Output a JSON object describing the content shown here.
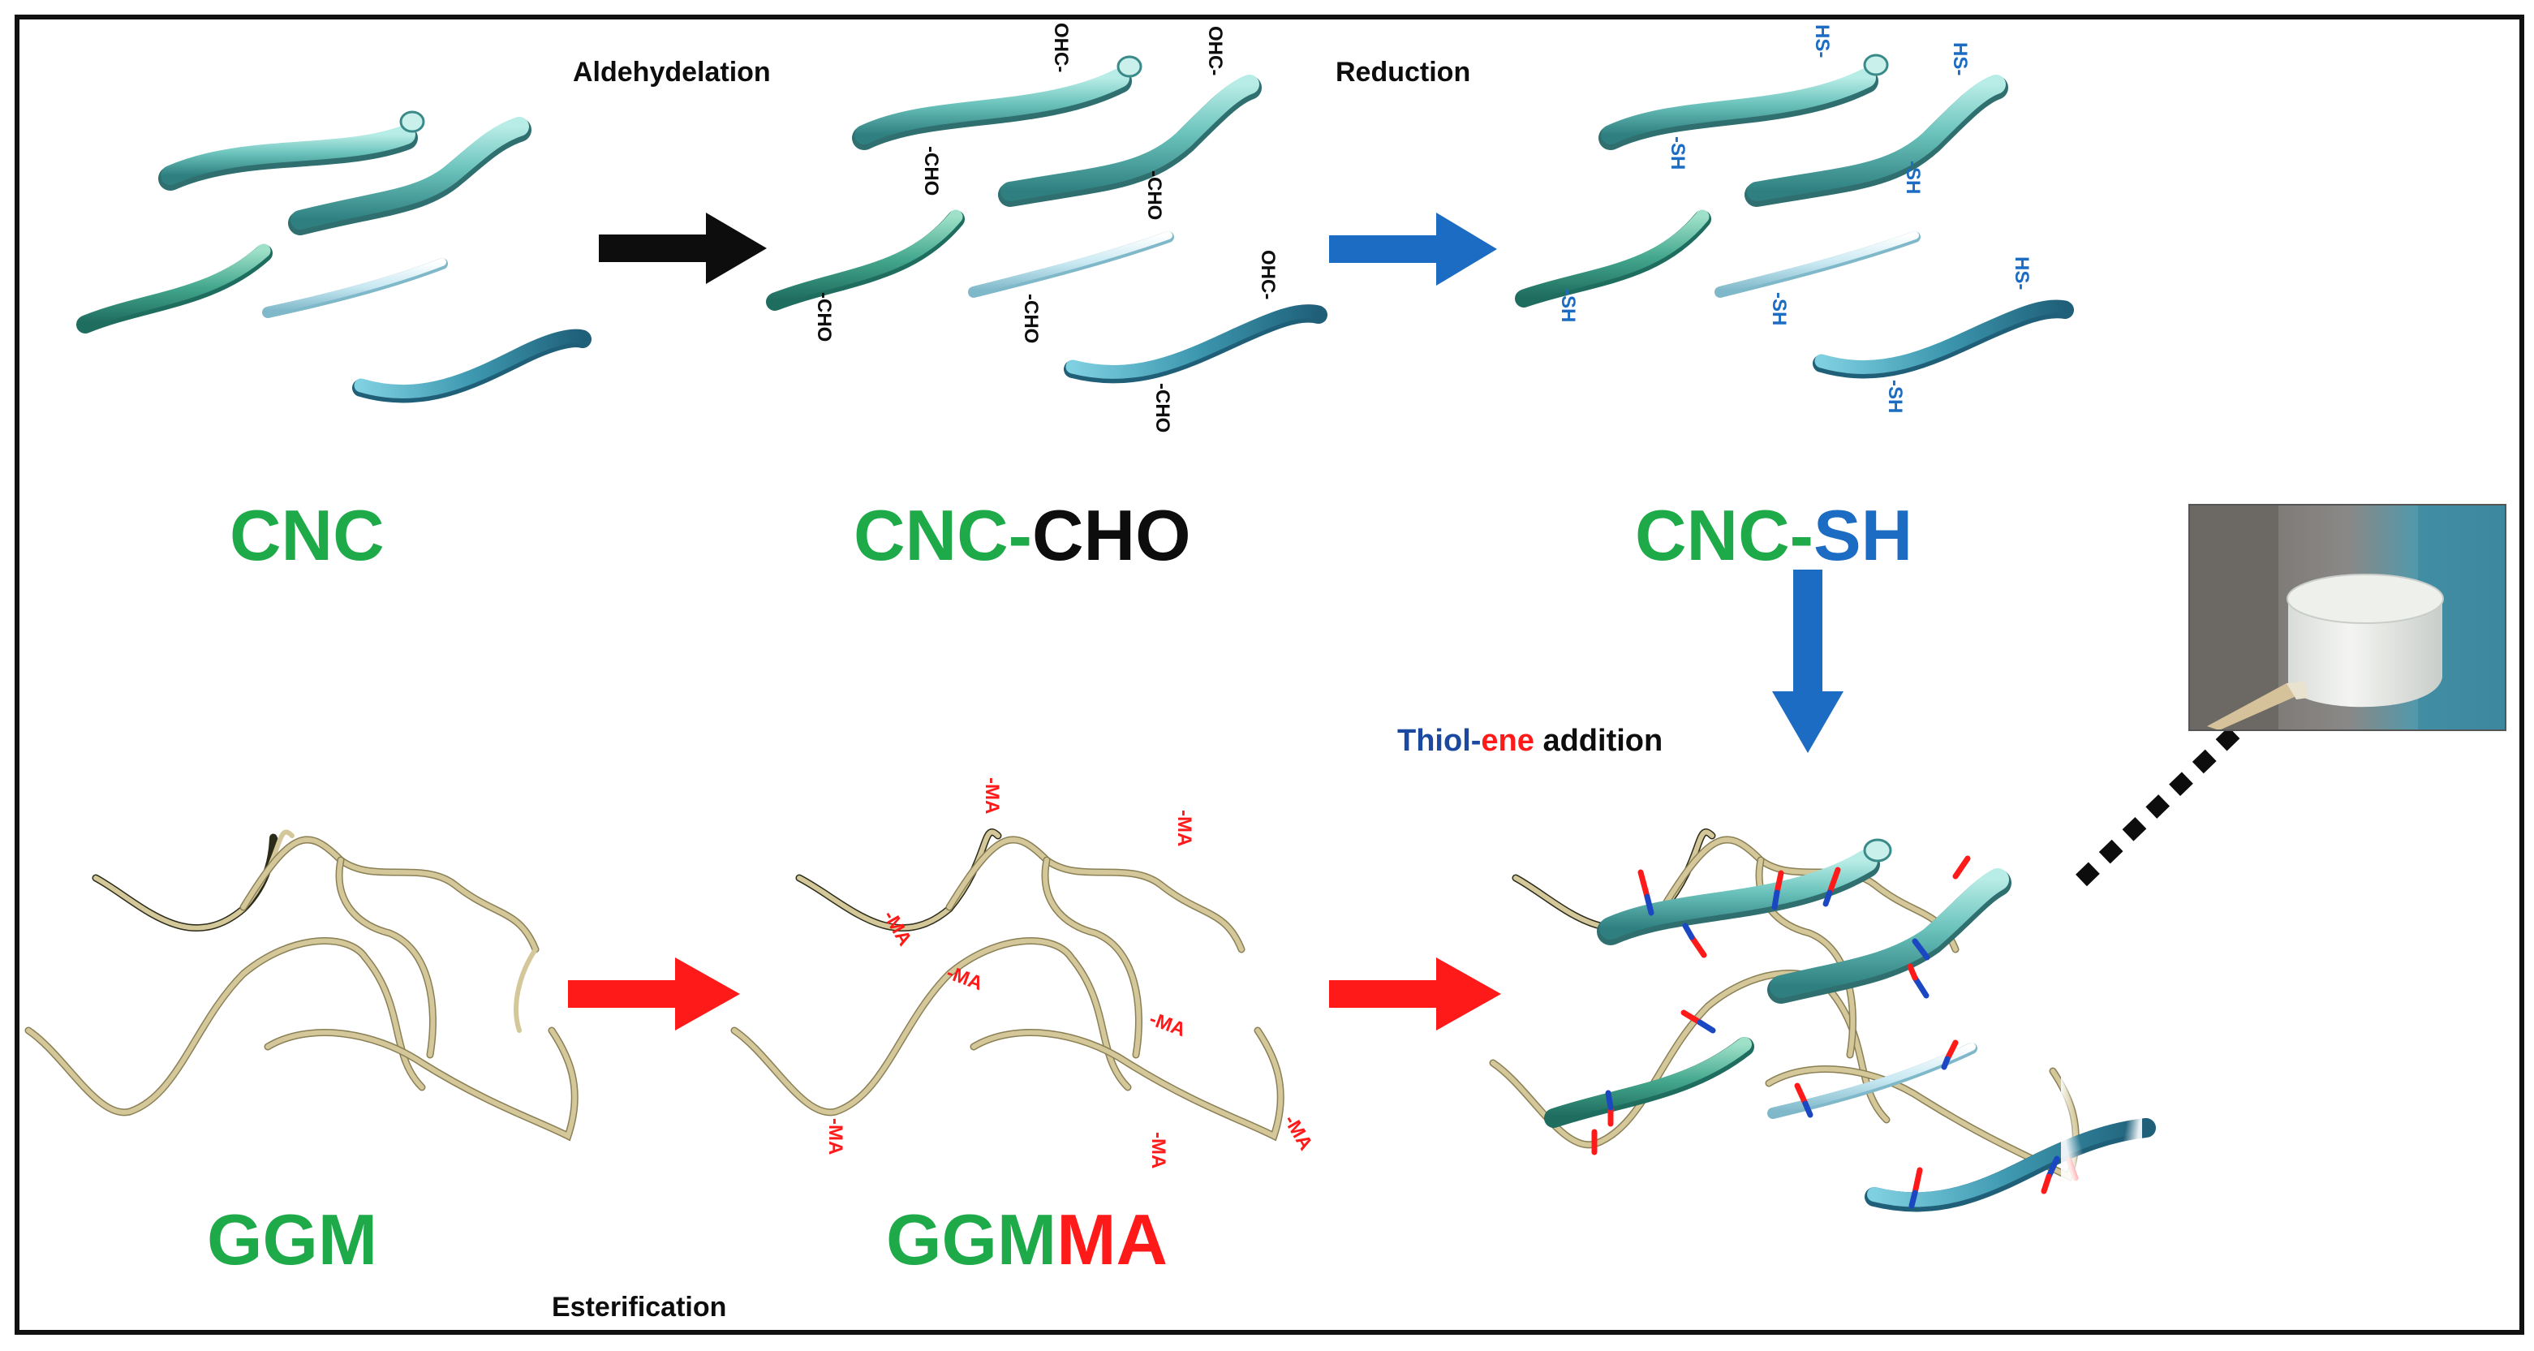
{
  "colors": {
    "green": "#1faa4a",
    "black": "#0d0d0d",
    "blue": "#1b6cc2",
    "red": "#ff1a1a",
    "teal": "#6cc4bd",
    "teal_dark": "#3a8a8a",
    "light_teal": "#bfe3ec",
    "ggm_strand": "#d4c89a",
    "ggm_dark": "#2b2b1a"
  },
  "reactions": {
    "aldehydelation": "Aldehydelation",
    "reduction": "Reduction",
    "esterification": "Esterification",
    "thiol": "Thiol-",
    "ene": "ene",
    "addition": " addition"
  },
  "products": {
    "cnc": "CNC",
    "cnc_cho_prefix": "CNC-",
    "cnc_cho_suffix": "CHO",
    "cnc_sh_prefix": "CNC-",
    "cnc_sh_suffix": "SH",
    "ggm": "GGM",
    "ggmma_prefix": "GGM",
    "ggmma_suffix": "MA"
  },
  "groups": {
    "cho": "-CHO",
    "ohc": "OHC-",
    "sh": "-SH",
    "hs": "HS-",
    "ma": "-MA"
  },
  "photo": {
    "description_icon": "hydrogel-photo"
  }
}
